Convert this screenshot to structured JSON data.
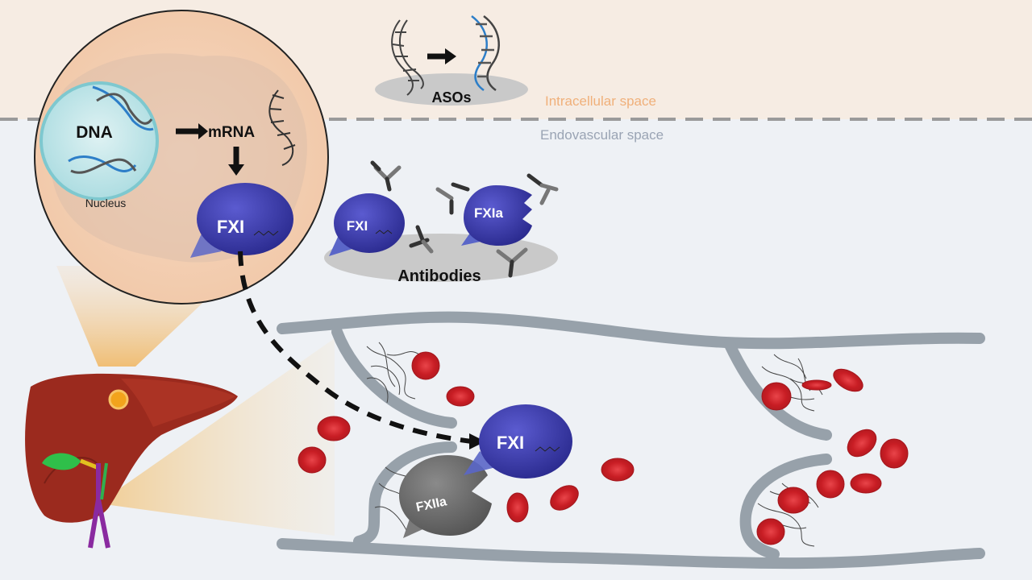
{
  "zones": {
    "intracellular_label": "Intracellular space",
    "endovascular_label": "Endovascular space"
  },
  "cell": {
    "nucleus_dna_label": "DNA",
    "nucleus_label": "Nucleus",
    "mrna_label": "mRNA",
    "fxi_label": "FXI"
  },
  "asos": {
    "label": "ASOs"
  },
  "antibodies": {
    "label": "Antibodies",
    "fxi_label": "FXI",
    "fxia_label": "FXIa"
  },
  "vessel": {
    "fxi_label": "FXI",
    "fxiia_label": "FXIIa"
  },
  "colors": {
    "protein_blue": "#3a3aa6",
    "fxiia_grey": "#6f6f6f",
    "rbc_red": "#d2232a",
    "vessel_wall": "#9aa4ad",
    "liver": "#9b2a1e",
    "intracellular_bg": "#f7ebe0",
    "intracellular_text": "#f0b07a",
    "endovascular_text": "#9aa4b4"
  }
}
